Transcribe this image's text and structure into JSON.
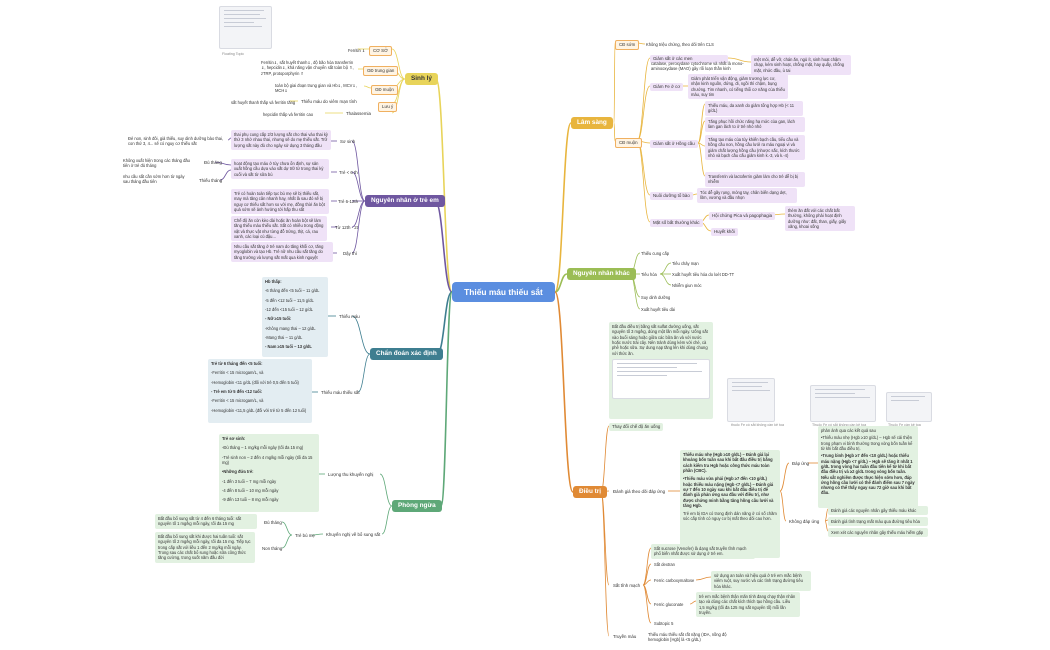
{
  "center": {
    "title": "Thiếu máu thiếu sắt"
  },
  "colors": {
    "lam_sang": "#e8b53e",
    "sinh_ly": "#e8d45a",
    "nguyen_nhan_tre_em": "#6f57a0",
    "chan_doan": "#3e7e90",
    "phong_ngua": "#5ea878",
    "dieu_tri": "#e08a35",
    "nguyen_nhan_khac": "#9bbd55",
    "center": "#5b8ee0"
  },
  "sinh_ly": {
    "label": "Sinh lý",
    "thumb_caption": "Floating Topic",
    "co_so": {
      "label": "CƠ SỞ",
      "ferritin": "Ferritin ⇓"
    },
    "trung_gian": {
      "label": "GĐ trung gian",
      "text": "Ferritin⇓, sắt huyết thanh⇓, độ bão hòa transferrin ⇓, hepcidin⇓, khả năng vận chuyển sắt toàn bộ ⇑, zTRP, protoporphyrin ⇑"
    },
    "muon": {
      "label": "GĐ muộn",
      "text": "toàn bộ giai đoạn trung gian và Hb⇓, MCV⇓, MCH⇓"
    },
    "mo": {
      "label": "Thiếu máu do viêm mạn tính",
      "text": "sắt huyết thanh thấp và ferritin tăng"
    },
    "luu_y": {
      "label": "Lưu ý"
    },
    "thal": {
      "label": "Thalassemia",
      "text": "hepcidin thấp và ferritin cao"
    }
  },
  "nguyen_nhan_tre_em": {
    "label": "Nguyên nhân ở trẻ em",
    "so_sinh": {
      "label": "Sơ sinh",
      "text": "thai phụ cung cấp 2/3 lượng sắt cho thai vào thai kỳ thứ 3 nhờ nhau thai, nhưng sẽ do mẹ thiếu sắt. Trữ lượng sắt này đủ cho ngày sử dụng 3 tháng đầu",
      "left": "Đẻ non, sinh đôi, giả thiếu, suy dinh dưỡng bào thai, con thứ 3, 4... sẽ có nguy cơ thiếu sắt"
    },
    "tre_duoi_6t": {
      "label": "Trẻ < 6 th",
      "text": "hoạt động tạo máu ở tủy chưa ổn định, sự sản xuất hồng cầu dựa vào sắt dự trữ từ trong thai kỳ cuối và sắt từ sữa bú",
      "a_label": "Đủ tháng",
      "a_text": "Không xuất hiện trong các tháng đầu tiên ở trẻ đủ tháng",
      "b_label": "Thiếu tháng",
      "b_text": "nhu cầu sắt cần sớm hơn từ ngày sau tháng đầu tiên"
    },
    "tre_6_12": {
      "label": "Trẻ 6-12th",
      "text": "Trẻ có hoàn toàn tiếp tục bú mẹ sẽ bị thiếu sắt, may mà tăng cân nhanh hay, nhất là sau đó sẽ bị nguy cơ thiếu sắt hơn so với mẹ, đồng thời ăn bột quá sớm sẽ ảnh hưởng tới hấp thu sắt"
    },
    "tu_12": {
      "label": "Từ 12th - 2t",
      "text": "Chế độ ăn còn kèo dài hoặc ăn hoàn bột sẽ làm tăng thiếu máu thiếu sắt. Sắt có nhiều trong động vật và thực vật như từng đỗ trứng, thịt, cá, rau xanh, các loại củ đậu..."
    },
    "day_thi": {
      "label": "Dậy thì",
      "text": "Nhu cầu sắt tăng ở trẻ nam do tăng khối cơ, tăng myoglobin và tạo Hb. Trẻ nữ nhu cầu sắt tăng do tăng trưởng và lượng sắt mất qua kinh nguyệt"
    }
  },
  "chan_doan": {
    "label": "Chẩn đoán xác định",
    "thieu_mau": {
      "label": "Thiếu máu",
      "title": "Hb thấp:",
      "lines": [
        "-6 tháng đến <5 tuổi – 11 g/dL",
        "-5 đến <12 tuổi – 11,5 g/dL",
        "-12 đến <15 tuổi – 12 g/dL",
        "- Nữ ≥15 tuổi:",
        "-Không mang thai – 12 g/dL",
        "-Mang thai – 11 g/dL",
        "- Nam ≥15 tuổi – 13 g/dL"
      ]
    },
    "tmts": {
      "label": "Thiếu máu thiếu sắt",
      "title": "Trẻ từ 6 tháng đến <5 tuổi:",
      "lines": [
        "-Ferritin < 15 microgam/L, và",
        "-Hemoglobin <11 g/dL (đối với trẻ 0,5 đến 5 tuổi)",
        "- Trẻ em từ 5 đến <12 tuổi:",
        "-Ferritin < 15 microgam/L, và",
        "-Hemoglobin <11,5 g/dL (đối với trẻ từ 5 đến 12 tuổi)"
      ]
    }
  },
  "phong_ngua": {
    "label": "Phòng ngừa",
    "luong_thu": {
      "label": "Lượng thu khuyến nghị",
      "title": "Trẻ sơ sinh:",
      "lines": [
        "-Đủ tháng – 1 mg/kg mỗi ngày (tối đa 15 mg)",
        "-Trẻ sinh non – 2 đến 4 mg/kg mỗi ngày (tối đa 15 mg)",
        "•Những đứa trẻ:",
        "-1 đến 3 tuổi – 7 mg mỗi ngày",
        "-4 đến 8 tuổi – 10 mg mỗi ngày",
        "-9 đến 13 tuổi – 8 mg mỗi ngày"
      ]
    },
    "bo_sung": {
      "label": "Khuyến nghị về bổ sung sắt",
      "tre_bu_me": "Trẻ bú mẹ",
      "du_thang": "Đủ tháng",
      "du_text": "Bắt đầu bổ sung sắt từ 4 đến 6 tháng tuổi: sắt nguyên tố 1 mg/kg mỗi ngày, tối đa 15 mg",
      "non": "Non tháng",
      "non_text": "Bắt đầu bổ sung sắt khi được hai tuần tuổi: sắt nguyên tố 2 mg/kg mỗi ngày, tối đa 15 mg. Tiếp tục trong cấp sắt với liều 1 đến 2 mg/kg mỗi ngày. Trong sau các chất bổ sung hoặc sữa công thức tăng cường, trong suốt năm đầu đời"
    }
  },
  "lam_sang": {
    "label": "Lâm sàng",
    "co_son": {
      "label": "CĐ sớm",
      "text": "Không triệu chứng, theo dõi trên CLS"
    },
    "muon": {
      "label": "CĐ muộn"
    },
    "giam_sat": {
      "label": "Giảm sắt ở các men",
      "text": "catalase, peroxydase cytochrome và nhất là mono-aminooxydase (MAO) gây rối loạn thần kinh",
      "right": "mệt mỏi, dễ vỡ, chán ăn, ngủ ít, sinh hoạt chậm chạp, kém sinh hoạt, chống mặt, hay quấy, chống mặt, nhức đầu, ù tai"
    },
    "giam_fe": {
      "label": "Giảm Fe ở cơ",
      "text": "Giảm phát triển vận động, giảm trương lực cơ, nhận kinh nguồn, đứng, đi, ngồi thì chậm, bụng chướng. Tim nhanh, có tiếng thổi cơ năng của thiếu máu, suy tim"
    },
    "giam_hc": {
      "label": "Giảm sắt ở Hồng cầu",
      "items": [
        "Thiếu máu, da xanh do giảm tổng hợp Hb (< 11 g/dL)",
        "Tăng phục hồi chức năng hạ mức của gan, lách làm gan lách to ở trẻ nhỏ nhỏ",
        "Tăng tạo máu của tủy khiến bạch cầu, tiểu cầu và hồng cầu non, hồng cầu lưới ra máu ngoại vi và giảm chất lượng hồng cầu (nhược sắc, kích thước nhỏ và bạch cầu cấu giảm kinh k.-3, và k.-4)",
        "Transferrin và lactoferrin giảm làm cho trẻ dễ bị bị nhiễm"
      ]
    },
    "nuoi_duong": {
      "label": "Nuôi dưỡng tổ bào",
      "text": "Tóc dễ gãy rụng, móng tay, chân biến dạng dẹt, lõm, vương và đầu nhọn"
    },
    "mat_so": {
      "label": "Mặt số bất thường khác",
      "hc": "Hội chứng Pica và pagophagia",
      "hc_text": "thèm ăn đất với các chất bất thường, không phải hoạt định dưỡng như: đất, than, giấy, giấy xăng, khoai sống",
      "huyet": "Huyết khối"
    }
  },
  "nguyen_nhan_khac": {
    "label": "Nguyên nhân khác",
    "items": [
      "Thiếu cung cấp",
      "Tiêu hóa",
      "Suy dinh dưỡng",
      "Xuất huyết tiêu dài"
    ],
    "tieu_hoa_items": [
      "Tiêu chảy mạn",
      "Xuất huyết tiêu hóa do loét DD-TT",
      "Nhiễm giun móc"
    ]
  },
  "dieu_tri": {
    "label": "Điều trị",
    "che_do": {
      "label": "Thay đổi chế độ ăn uống",
      "text": "Bắt đầu điều trị bằng sắt sulfat đường uống, sắt nguyên tố 3 mg/kg, dùng một lần mỗi ngày. Uống sắt vào buổi sáng hoặc giữa các bữa ăn và với nước hoặc nước trái cây. Nên tránh dùng kèm với chè, cà phê hoặc sữa. Sự dung nạp tăng lên khi dùng chung với thức ăn."
    },
    "thumbs": [
      "thuốc Fe có sắt không cần kê toa",
      "Thuốc Fe có sắt không cần kê toa",
      "Thuốc Fe cần kê toa"
    ],
    "danh_gia": {
      "label": "Đánh giá theo dõi đáp ứng",
      "text1": "Thiếu máu nhẹ (Hgb ≥10 g/dL) – Đánh giá lại khoảng bốn tuần sau khi bắt đầu điều trị bằng cách kiểm tra Hgb hoặc công thức máu toàn phần (CBC).",
      "text2": "•Thiếu máu vừa phải (Hgb ≥7 đến <10 g/dL) hoặc thiếu máu nặng (Hgb <7 g/dL) – Đánh giá sự 7 đến 10 ngày sau khi bắt đầu điều trị để đánh giá phản ứng sau đầu với điều trị, như được chứng minh bằng tăng hồng cầu lưới và tăng Hgb.",
      "text3": "Trẻ em bị IDA có trong định dán năng ở có số chăm sóc cấp tính có nguy cơ bị mất theo dõi cao hơn.",
      "dap_ung": "Đáp ứng",
      "dap_text1": "phản ánh qua các kết quả sau",
      "dap_text2": "•Thiếu máu nhẹ (Hgb ≥10 g/dL) – Hgb sẽ cải thiện trong phạm vi bình thường trong vòng bốn tuần kể từ khi bắt đầu điều trị.",
      "dap_text3": "•Trung bình (Hgb ≥7 đến <10 g/dL) hoặc thiếu máu nặng (Hgb <7 g/dL) – Hgb sẽ tăng ít nhất 1 g/dL trong vòng hai tuần đầu tiên kể từ khi bắt đầu điều trị và ≥2 g/dL trong vòng bốn tuần. Nếu sắt nghiêm được thực hiện sớm hơn, đáp ứng hồng cầu lưới có thể đánh điểm sau 7 ngày nhưng có thể thấy ngay sau 72 giờ sau khi bắt đầu.",
      "khong": "Không đáp ứng",
      "khong_items": [
        "Đánh giá các nguyên nhân gây thiếu máu khác",
        "Đánh giá tình trạng mất máu qua đường tiêu hóa",
        "Xem xét các nguyên nhân gây thiếu máu hiếm gặp"
      ]
    },
    "sat_tinh_mach": {
      "label": "Sắt tĩnh mạch",
      "items": [
        "Sắt sucrose (Venofer) là dạng sắt truyền tĩnh mạch phổ biến nhất được sử dụng ở trẻ em.",
        "Sắt dextran",
        "Ferric carboxymaltose",
        "Ferric gluconate",
        "Subtopic 5"
      ],
      "fcm_text": "sử dụng an toàn và hiệu quả ở trẻ em mắc bệnh viêm ruột, suy nước và các tình trạng đường tiêu hóa khác.",
      "fg_text": "trẻ em mắc bệnh thận mãn tính đang chạy thận nhân tạo và dùng các chất kích thích tạo hồng cầu. Liều 1,5 mg/kg (tối đa 125 mg sắt nguyên tố) mỗi lần truyền."
    },
    "truyen_mau": {
      "label": "Truyền máu",
      "text": "Thiếu máu thiếu sắt rất nặng (IDA, nồng độ hemoglobin [Hgb] là <5 g/dL)"
    }
  }
}
